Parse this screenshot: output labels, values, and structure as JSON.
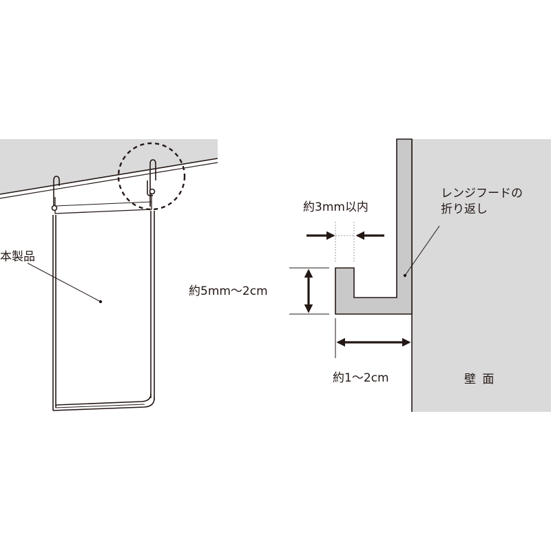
{
  "colors": {
    "line": "#231815",
    "hood_fill": "#c9c9c9",
    "wall_fill": "#dadada",
    "guide": "#9a9a9a"
  },
  "labels": {
    "product": "本製品",
    "gap": "約3mm以内",
    "height": "約5mm〜2cm",
    "depth": "約1〜2cm",
    "hood_line1": "レンジフードの",
    "hood_line2": "折り返し",
    "wall": "壁 面"
  },
  "icons": [
    "callout-circle",
    "hook",
    "double-arrow",
    "inward-arrow"
  ]
}
